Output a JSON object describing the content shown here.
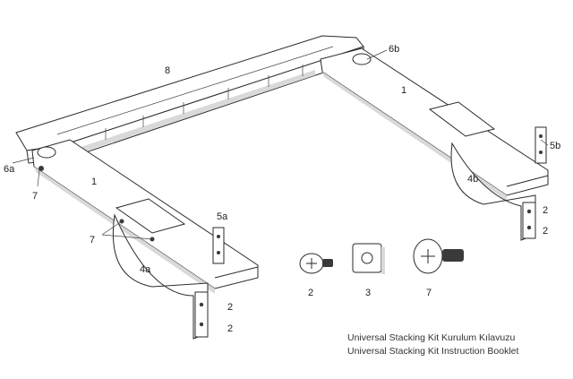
{
  "callouts": {
    "c8": "8",
    "c6b": "6b",
    "c1_right": "1",
    "c5b": "5b",
    "c4b": "4b",
    "c2_r1": "2",
    "c2_r2": "2",
    "c6a": "6a",
    "c7_left": "7",
    "c1_left": "1",
    "c7_mid": "7",
    "c5a": "5a",
    "c4a": "4a",
    "c2_l1": "2",
    "c2_l2": "2",
    "c2_part": "2",
    "c3_part": "3",
    "c7_part": "7"
  },
  "captions": {
    "line1": "Universal Stacking Kit Kurulum Kılavuzu",
    "line2": "Universal Stacking Kit Instruction Booklet"
  }
}
